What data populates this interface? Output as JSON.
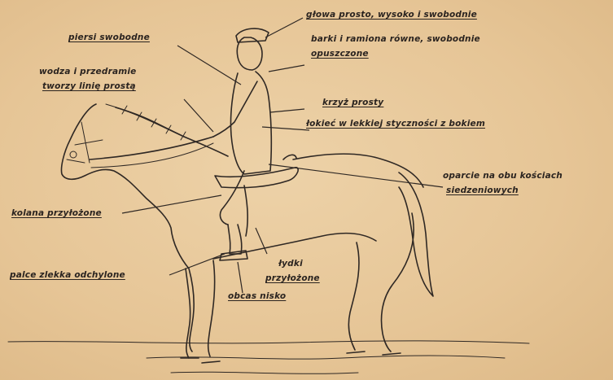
{
  "labels": {
    "glowa": "głowa prosto, wysoko i swobodnie",
    "barki_1": "barki i ramiona równe, swobodnie",
    "barki_2": "opuszczone",
    "piersi": "piersi swobodne",
    "wodza_1": "wodza i przedramie",
    "wodza_2": "tworzy linię prostą",
    "krzyz": "krzyż prosty",
    "lokiec": "łokieć w lekkiej styczności z bokiem",
    "oparcie_1": "oparcie na obu kościach",
    "oparcie_2": "siedzeniowych",
    "kolana": "kolana przyłożone",
    "palce": "palce zlekka odchylone",
    "lydki_1": "łydki",
    "lydki_2": "przyłożone",
    "obcas": "obcas nisko"
  }
}
